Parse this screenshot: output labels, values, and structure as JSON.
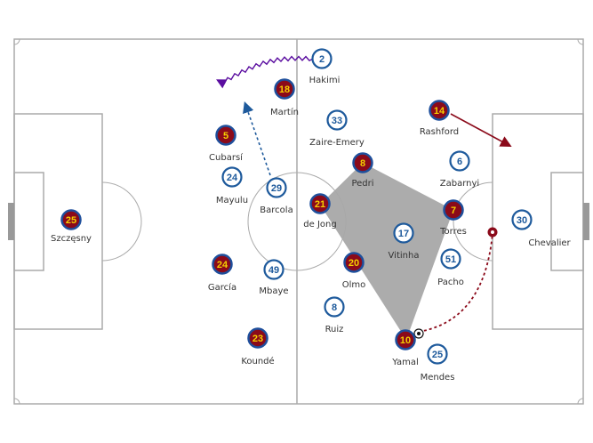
{
  "title": "Barcelona vs PSG tactical board",
  "colors": {
    "home_fill": "#8b0a1a",
    "home_ring": "#1e4f9c",
    "home_text": "#f5d000",
    "away_fill": "#ffffff",
    "away_ring": "#1e5a9c",
    "away_text": "#1e5a9c",
    "pitch_line": "#aaaaaa",
    "shape_fill": "#a8a8a8",
    "arrow_purple": "#5b0ea0",
    "arrow_blue": "#1e5a9c",
    "arrow_red": "#8b0a1a"
  },
  "home_team": [
    {
      "number": "25",
      "name": "Szczęsny"
    },
    {
      "number": "5",
      "name": "Cubarsí"
    },
    {
      "number": "24",
      "name": "García"
    },
    {
      "number": "23",
      "name": "Koundé"
    },
    {
      "number": "18",
      "name": "Martín"
    },
    {
      "number": "21",
      "name": "de Jong"
    },
    {
      "number": "8",
      "name": "Pedri"
    },
    {
      "number": "20",
      "name": "Olmo"
    },
    {
      "number": "14",
      "name": "Rashford"
    },
    {
      "number": "7",
      "name": "Torres"
    },
    {
      "number": "10",
      "name": "Yamal"
    }
  ],
  "away_team": [
    {
      "number": "30",
      "name": "Chevalier"
    },
    {
      "number": "2",
      "name": "Hakimi"
    },
    {
      "number": "6",
      "name": "Zabarnyi"
    },
    {
      "number": "51",
      "name": "Pacho"
    },
    {
      "number": "25",
      "name": "Mendes"
    },
    {
      "number": "33",
      "name": "Zaire-Emery"
    },
    {
      "number": "17",
      "name": "Vitinha"
    },
    {
      "number": "8",
      "name": "Ruiz"
    },
    {
      "number": "24",
      "name": "Mayulu"
    },
    {
      "number": "29",
      "name": "Barcola"
    },
    {
      "number": "49",
      "name": "Mbaye"
    }
  ],
  "icons": [
    "football-icon",
    "arrow-icon"
  ]
}
